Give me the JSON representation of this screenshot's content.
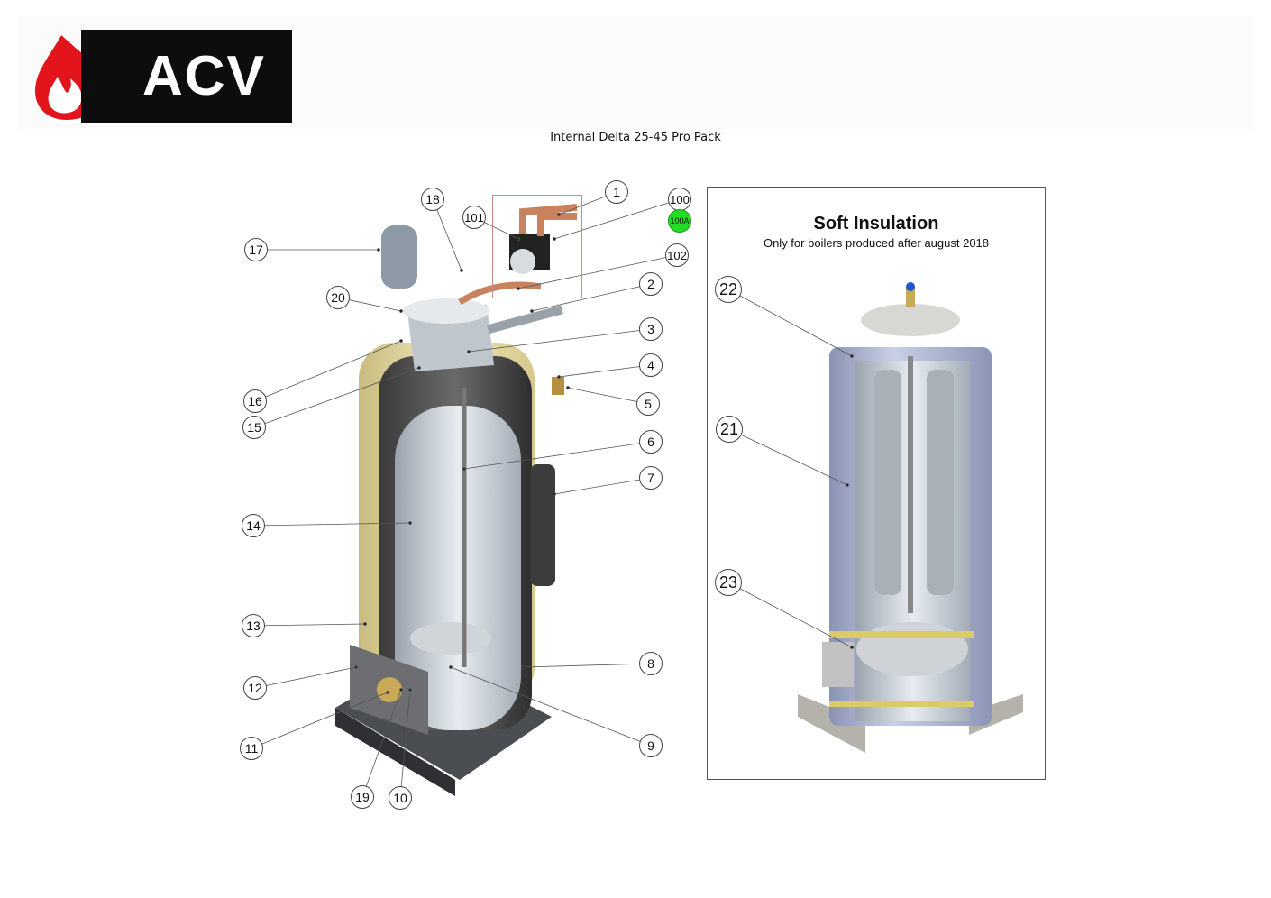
{
  "logo": {
    "text": "ACV"
  },
  "document": {
    "title": "Internal Delta 25-45 Pro Pack"
  },
  "panel": {
    "title": "Soft Insulation",
    "subtitle": "Only for boilers produced after august 2018"
  },
  "callouts": [
    "1",
    "100",
    "100A",
    "101",
    "18",
    "17",
    "102",
    "2",
    "20",
    "3",
    "4",
    "16",
    "5",
    "15",
    "6",
    "7",
    "14",
    "13",
    "8",
    "12",
    "9",
    "11",
    "19",
    "10",
    "22",
    "21",
    "23"
  ],
  "colors": {
    "brand_red": "#e3141b",
    "highlight_green": "#22dd22"
  }
}
